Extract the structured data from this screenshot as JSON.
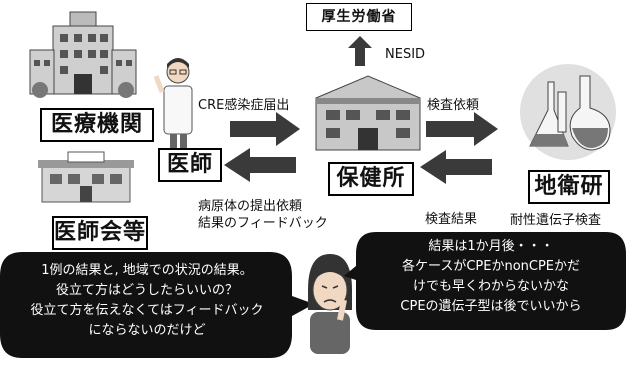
{
  "labels": {
    "ministry": "厚生労働省",
    "nesid": "NESID",
    "medical_institution": "医療機関",
    "doctor": "医師",
    "medical_association": "医師会等",
    "health_center": "保健所",
    "local_institute": "地衛研",
    "cre_report": "CRE感染症届出",
    "test_request": "検査依頼",
    "test_result": "検査結果",
    "resistance_gene_test": "耐性遺伝子検査",
    "pathogen_request_line1": "病原体の提出依頼",
    "pathogen_request_line2": "結果のフィードバック"
  },
  "bubble_left": {
    "lines": [
      "1例の結果と, 地域での状況の結果。",
      "役立て方はどうしたらいいの？",
      "役立て方を伝えなくてはフィードバック",
      "にならないのだけど"
    ]
  },
  "bubble_right": {
    "lines": [
      "結果は1か月後・・・",
      "各ケースがCPEかnonCPEかだ",
      "けでも早くわからないかな",
      "CPEの遺伝子型は後でいいから"
    ]
  },
  "colors": {
    "bubble_fill": "#111111",
    "bubble_text": "#ffffff",
    "arrow": "#3a3a3a"
  }
}
